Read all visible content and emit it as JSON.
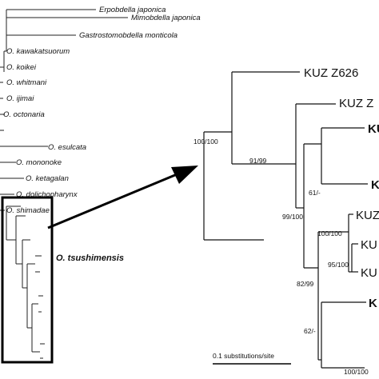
{
  "left_tree": {
    "taxa": [
      "Erpobdella japonica",
      "Mimobdella japonica",
      "Gastrostomobdella monticola",
      "O. kawakatsuorum",
      "O. koikei",
      "O. whitmani",
      "O. ijimai",
      "O. octonaria",
      "O. esulcata",
      "O. mononoke",
      "O. ketagalan",
      "O. dolichopharynx",
      "O. shimadae"
    ],
    "highlight_label": "O. tsushimensis"
  },
  "right_tree": {
    "support_values": [
      "100/100",
      "91/99",
      "61/-",
      "99/100",
      "100/100",
      "95/100",
      "82/99",
      "62/-",
      "100/100"
    ],
    "tip_labels": [
      "KUZ Z626",
      "KUZ Z",
      "KU",
      "K",
      "KUZ",
      "KU",
      "KU",
      "K"
    ],
    "scale_bar_label": "0.1 substitutions/site"
  },
  "colors": {
    "line": "#222222",
    "text": "#111111",
    "background": "#ffffff"
  }
}
